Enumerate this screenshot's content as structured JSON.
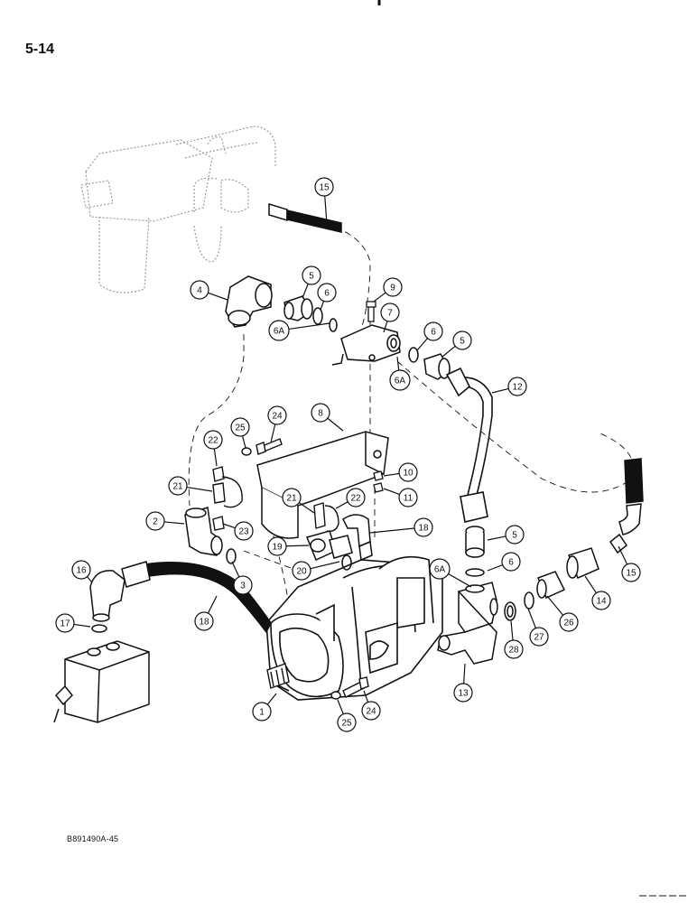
{
  "page": {
    "page_number": "5-14",
    "figure_code": "B891490A-45"
  },
  "callouts": [
    "1",
    "2",
    "3",
    "4",
    "5",
    "5",
    "5",
    "6",
    "6",
    "6",
    "6A",
    "6A",
    "6A",
    "7",
    "8",
    "9",
    "10",
    "11",
    "12",
    "13",
    "14",
    "15",
    "15",
    "16",
    "17",
    "18",
    "18",
    "19",
    "20",
    "21",
    "21",
    "22",
    "22",
    "23",
    "24",
    "24",
    "25",
    "25",
    "26",
    "27",
    "28"
  ],
  "colors": {
    "ink": "#111111",
    "paper": "#ffffff",
    "ghost": "#9a9a9a"
  }
}
